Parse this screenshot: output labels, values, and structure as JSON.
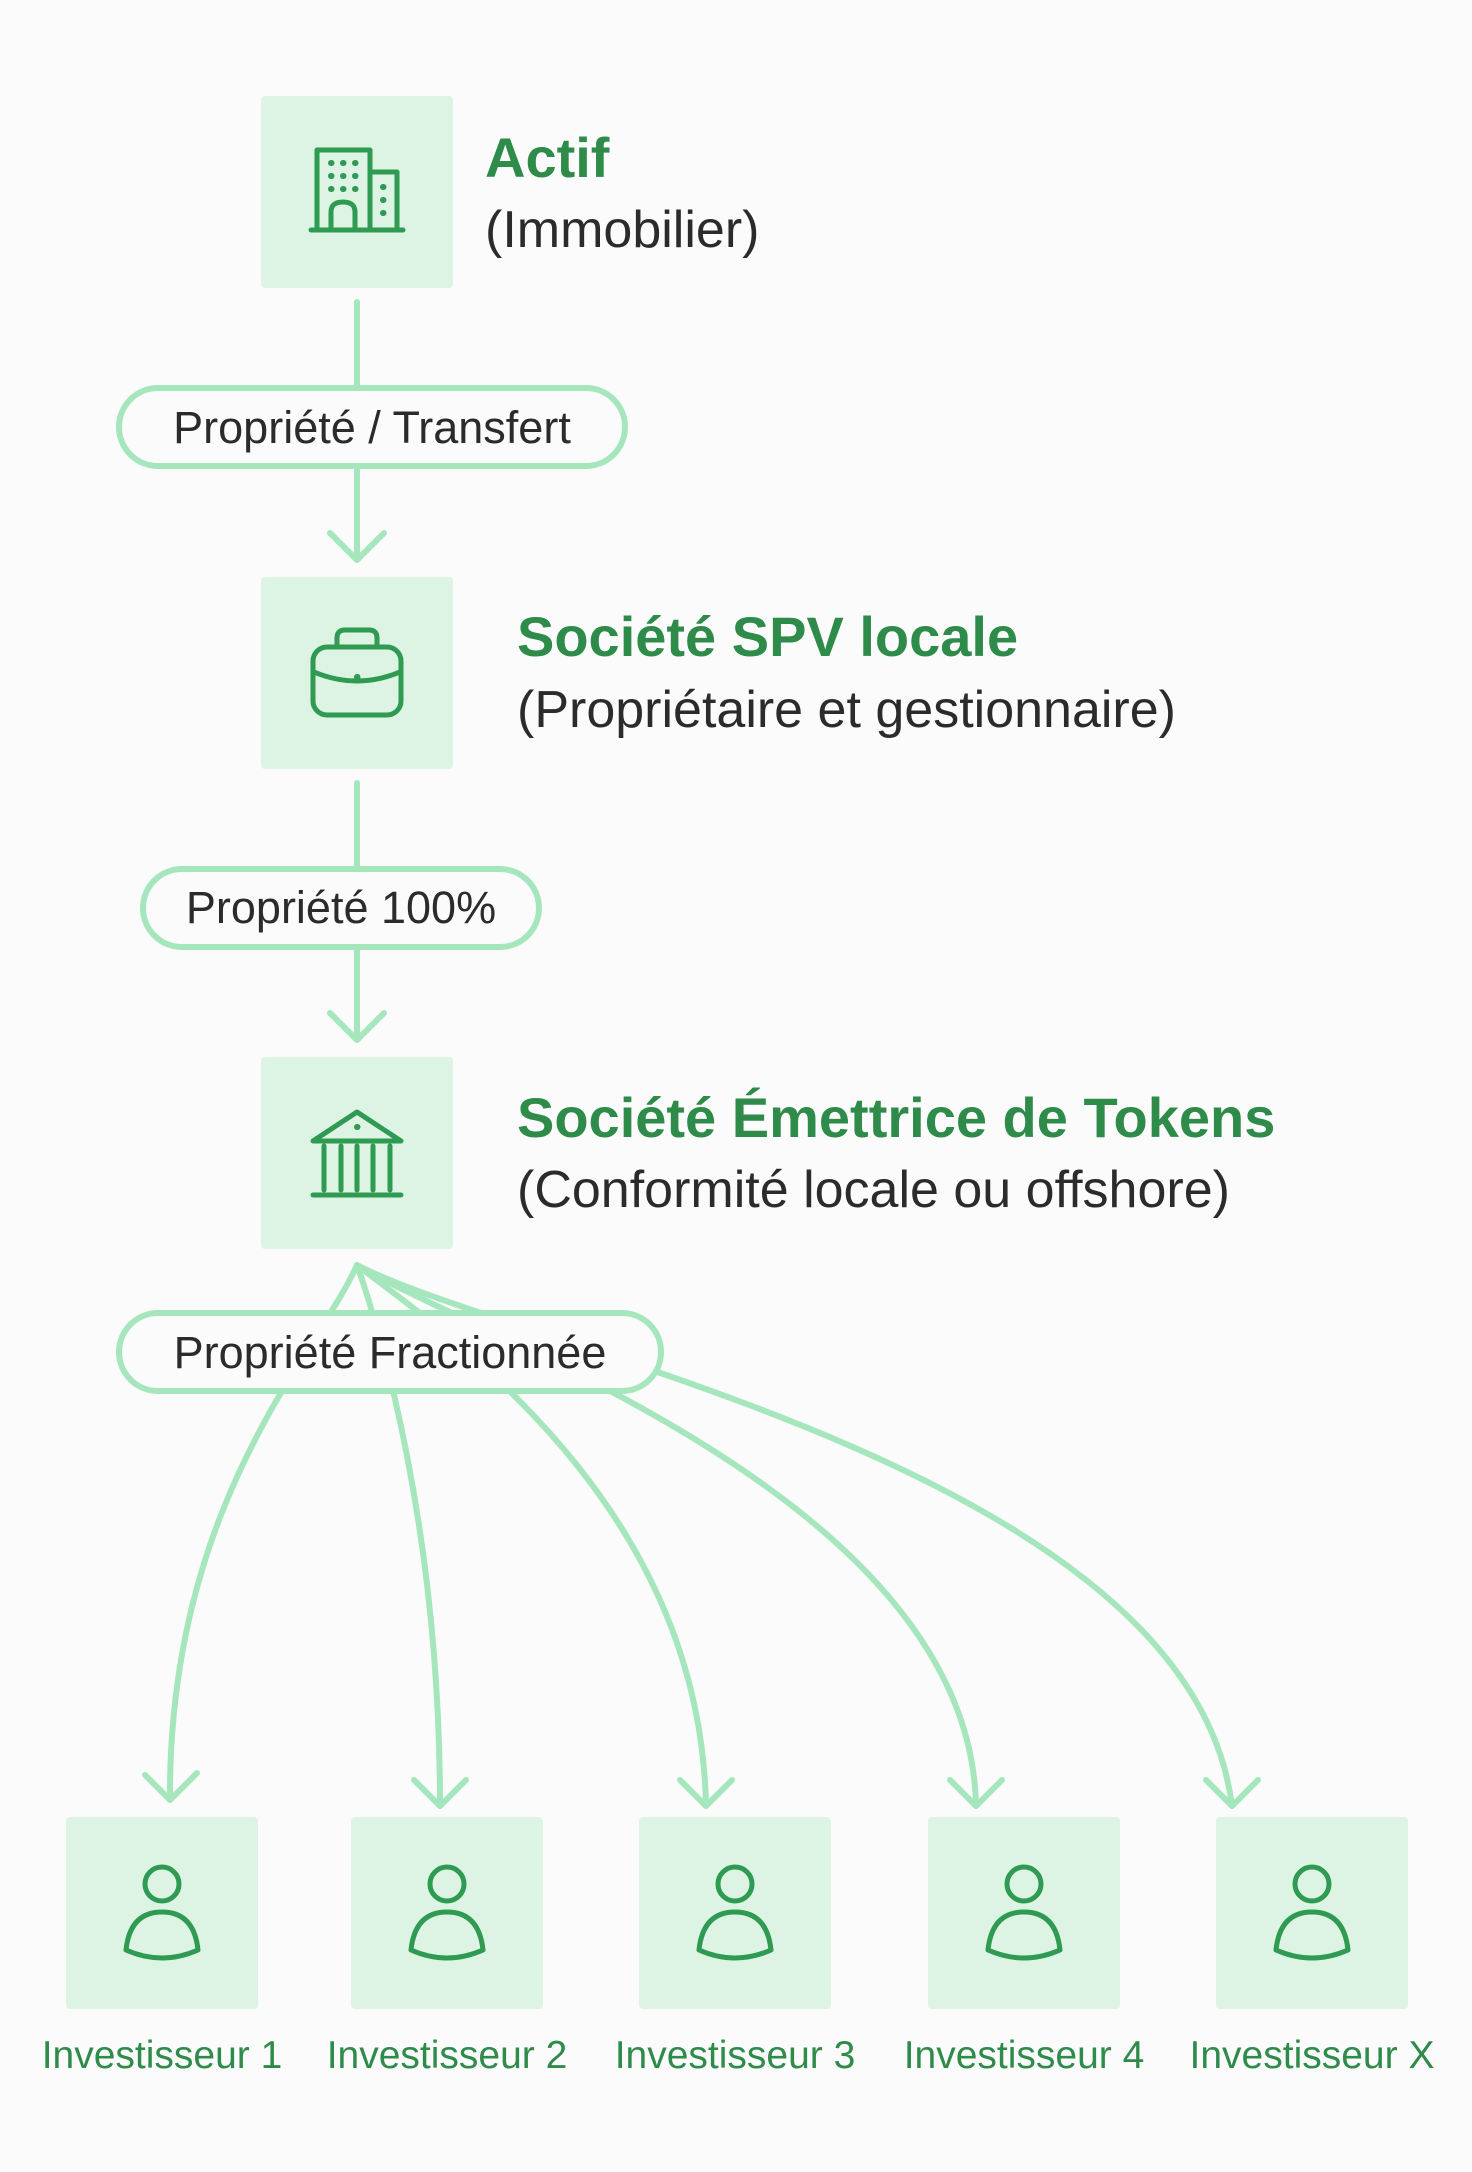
{
  "colors": {
    "background": "#fbfbfb",
    "box_fill": "#ddf3e4",
    "icon_stroke": "#2e9a52",
    "connector": "#a6e6bd",
    "title_text": "#2e8b4a",
    "body_text": "#2b2b2b"
  },
  "nodes": {
    "asset": {
      "icon": "building-icon",
      "title": "Actif",
      "subtitle": "(Immobilier)"
    },
    "spv": {
      "icon": "briefcase-icon",
      "title": "Société SPV locale",
      "subtitle": "(Propriétaire et gestionnaire)"
    },
    "issuer": {
      "icon": "bank-icon",
      "title": "Société Émettrice de Tokens",
      "subtitle": "(Conformité locale ou offshore)"
    }
  },
  "edges": {
    "asset_to_spv": "Propriété / Transfert",
    "spv_to_issuer": "Propriété 100%",
    "issuer_to_investors": "Propriété Fractionnée"
  },
  "investors": [
    {
      "icon": "user-icon",
      "label": "Investisseur 1"
    },
    {
      "icon": "user-icon",
      "label": "Investisseur 2"
    },
    {
      "icon": "user-icon",
      "label": "Investisseur 3"
    },
    {
      "icon": "user-icon",
      "label": "Investisseur 4"
    },
    {
      "icon": "user-icon",
      "label": "Investisseur X"
    }
  ]
}
